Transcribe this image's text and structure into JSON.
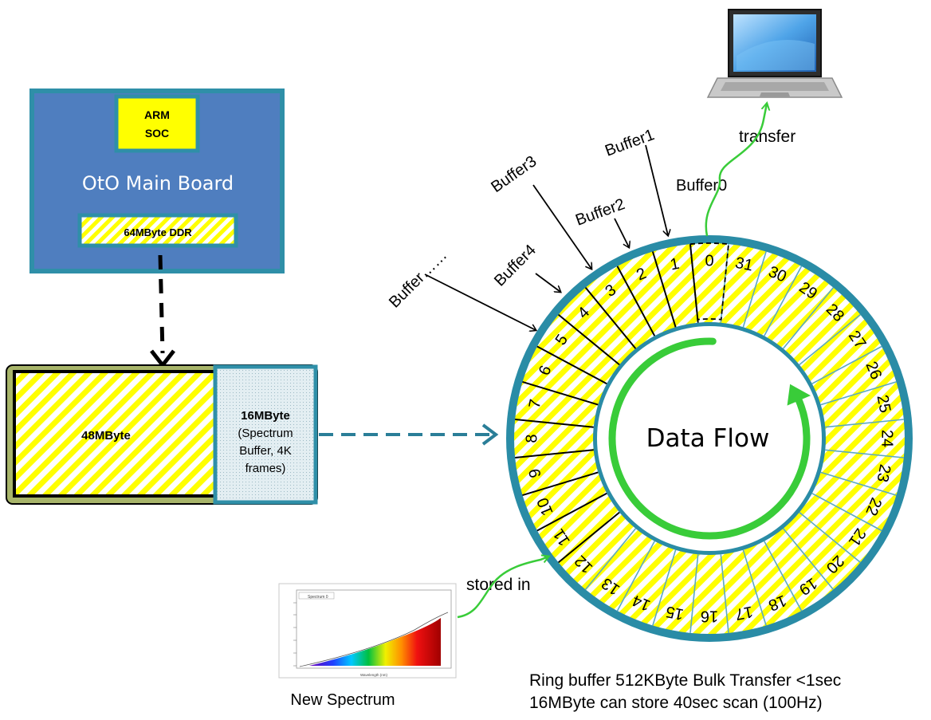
{
  "main_board": {
    "soc_label_line1": "ARM",
    "soc_label_line2": "SOC",
    "title": "OtO Main Board",
    "ddr_label": "64MByte  DDR"
  },
  "memory_split": {
    "left_label": "48MByte",
    "right_label_line1": "16MByte",
    "right_label_line2": "(Spectrum",
    "right_label_line3": "Buffer, 4K",
    "right_label_line4": "frames)"
  },
  "ring": {
    "center_label": "Data Flow",
    "segments": [
      "0",
      "1",
      "2",
      "3",
      "4",
      "5",
      "6",
      "7",
      "8",
      "9",
      "10",
      "11",
      "12",
      "13",
      "14",
      "15",
      "16",
      "17",
      "18",
      "19",
      "20",
      "21",
      "22",
      "23",
      "24",
      "25",
      "26",
      "27",
      "28",
      "29",
      "30",
      "31"
    ],
    "buffer_labels": [
      "Buffer0",
      "Buffer1",
      "Buffer2",
      "Buffer3",
      "Buffer4",
      "Buffer……"
    ]
  },
  "laptop": {
    "transfer_label": "transfer"
  },
  "spectrum": {
    "caption": "New Spectrum",
    "stored_label": "stored in",
    "legend": "Spectrum 0",
    "xlabel": "Wavelength (nm)"
  },
  "notes": {
    "line1": "Ring buffer 512KByte Bulk Transfer <1sec",
    "line2": "16MByte can store 40sec scan (100Hz)"
  },
  "colors": {
    "board_blue": "#4F7EBF",
    "board_border": "#2F8FA8",
    "soc_yellow": "#FFFF00",
    "ring_teal": "#2A8CA6",
    "stripe_yellow": "#FFFF00",
    "arrow_green": "#39CC39",
    "olive": "#A8B56A"
  }
}
